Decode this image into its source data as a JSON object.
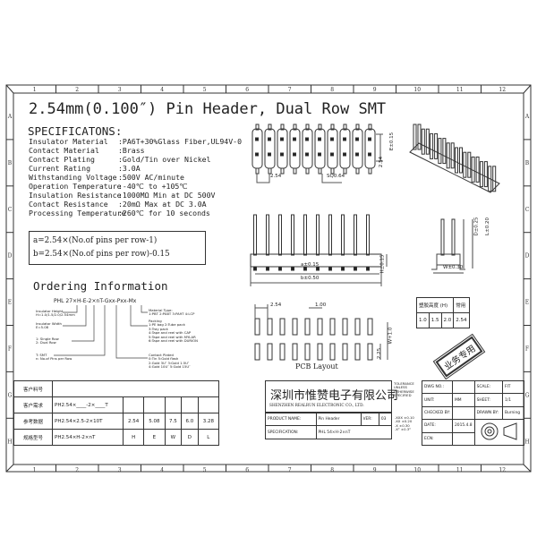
{
  "frame": {
    "columns": [
      "1",
      "2",
      "3",
      "4",
      "5",
      "6",
      "7",
      "8",
      "9",
      "10",
      "11",
      "12"
    ],
    "rows": [
      "A",
      "B",
      "C",
      "D",
      "E",
      "F",
      "G",
      "H"
    ]
  },
  "title": "2.54mm(0.100″) Pin Header, Dual Row SMT",
  "specifications": {
    "heading": "SPECIFICATONS:",
    "items": [
      {
        "label": "Insulator Material",
        "value": ":PA6T+30%Glass Fiber,UL94V-0"
      },
      {
        "label": "Contact Material",
        "value": ":Brass"
      },
      {
        "label": "Contact Plating",
        "value": ":Gold/Tin over Nickel"
      },
      {
        "label": "Current Rating",
        "value": ":3.0A"
      },
      {
        "label": "Withstanding Voltage",
        "value": ":500V AC/minute"
      },
      {
        "label": "Operation Temperature",
        "value": ":-40℃ to +105℃"
      },
      {
        "label": "Insulation Resistance",
        "value": ":1000MΩ Min at DC 500V"
      },
      {
        "label": "Contact Resistance",
        "value": ":20mΩ Max at DC 3.0A"
      },
      {
        "label": "Processing Temperature",
        "value": ":260℃ for 10 seconds"
      }
    ]
  },
  "formulas": [
    "a=2.54×(No.of pins per row-1)",
    "b=2.54×(No.of pins per row)-0.15"
  ],
  "ordering": {
    "heading": "Ordering Information",
    "code": "PHL 27×H-E-2×nT-Gxx-Pxx-Mx",
    "insulator_height": [
      "Insulator Height",
      "H=1.0/1.5/2.0/2.54mm"
    ],
    "insulator_width": [
      "Insulator Width",
      "E=5.08"
    ],
    "rows": [
      "1:  Single Row",
      "2:  Dual Row"
    ],
    "type": [
      "T: SMT",
      "n: No.of Pins per Row"
    ],
    "material": [
      "Material Type:",
      "1:PBT 2:PA6T 3:PA9T 4:LCP"
    ],
    "packing": [
      "Packing",
      "1:PE bag    2:Tube pack",
      "3:Tray pack",
      "4:Tape and reel with CAP",
      "5:Tape and reel with MYLAR",
      "6:Tape and reel with DURION"
    ],
    "plating": [
      "Contact Plated",
      "0:Tin          5:Gold flash",
      "2:Gold 3U″     3:Gold 1.5U″",
      "4:Gold 10U″    5:Gold 15U″"
    ]
  },
  "dimensions": {
    "pitch": "2.54",
    "sq": "SQ0.64",
    "row_pitch": "2.54",
    "e": "E±0.15",
    "a": "a±0.15",
    "b": "b±0.50",
    "h": "H±0.15",
    "w": "W±0.30",
    "d": "D±0.25",
    "l": "L±0.20"
  },
  "pcb": {
    "label": "PCB Layout",
    "pitch": "2.54",
    "pad": "1.00",
    "w": "W+1.0",
    "h": "2.25"
  },
  "height_table": {
    "header": [
      "塑胶高度 (H)",
      "常用"
    ],
    "values": [
      "1.0",
      "1.5",
      "2.0",
      "2.54"
    ]
  },
  "stamp": "业务专用",
  "customer_table": {
    "rows": [
      {
        "label": "客户料号",
        "spec": "",
        "cells": []
      },
      {
        "label": "客户需求",
        "spec": "PH2.54×____-2×____T",
        "cells": [
          "",
          "",
          "",
          "",
          ""
        ]
      },
      {
        "label": "参考数据",
        "spec": "PH2.54×2.5-2×10T",
        "cells": [
          "2.54",
          "5.08",
          "7.5",
          "6.0",
          "3.28"
        ]
      },
      {
        "label": "规格型号",
        "spec": "PH2.54×H-2×nT",
        "cells": [
          "H",
          "E",
          "W",
          "D",
          "L"
        ]
      }
    ]
  },
  "title_block": {
    "company_cn": "深圳市惟赞电子有限公司",
    "company_en": "SHENZHEN REALRUN ELECTRONIC CO., LTD.",
    "product_name_label": "PRODUCT NAME:",
    "product_name": "Pin Header",
    "ver_label": "VER:",
    "ver": "03",
    "spec_label": "SPECIFICATION:",
    "spec": "PHL 54×H-2×nT",
    "tolerance": "TOLERANCE UNLESS OTHERWISE SPECIFIED",
    "tol_values": [
      ".XXX ±0.10",
      ".XX  ±0.20",
      ".X   ±0.30",
      ".X°  ±0.3°"
    ],
    "dwg_label": "DWG NO.:",
    "dwg": "",
    "unit_label": "UNIT:",
    "unit": "MM",
    "checked_label": "CHECKED BY:",
    "checked": "",
    "date_label": "DATE:",
    "date": "2015.4.8",
    "ecn_label": "ECN:",
    "ecn": "",
    "scale_label": "SCALE:",
    "scale": "FIT",
    "sheet_label": "SHEET:",
    "sheet": "1/1",
    "drawn_label": "DRAWN BY:",
    "drawn": "Burning"
  }
}
